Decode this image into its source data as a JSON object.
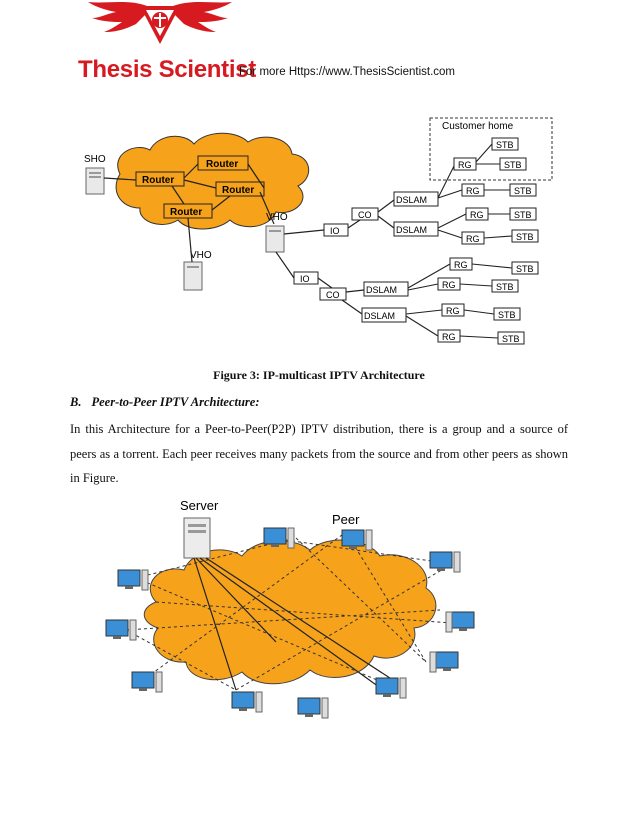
{
  "header": {
    "brand": "Thesis Scientist",
    "link_text": "For more Https://www.ThesisScientist.com"
  },
  "figure3": {
    "caption": "Figure 3: IP-multicast IPTV Architecture",
    "labels": {
      "sho": "SHO",
      "vho_main": "VHO",
      "vho_lower": "VHO",
      "router": "Router",
      "customer_home": "Customer home",
      "co": "CO",
      "io": "IO",
      "dslam": "DSLAM",
      "rg": "RG",
      "stb": "STB"
    }
  },
  "section": {
    "number": "B.",
    "title": "Peer-to-Peer IPTV Architecture:"
  },
  "paragraph": "In this Architecture for a Peer-to-Peer(P2P) IPTV distribution, there is a group and a source of peers as a torrent. Each peer receives many packets from the source and from other peers as shown in Figure.",
  "figure4": {
    "server_label": "Server",
    "peer_label": "Peer"
  },
  "colors": {
    "brand_red": "#d71920",
    "cloud_orange": "#f7a21b"
  }
}
